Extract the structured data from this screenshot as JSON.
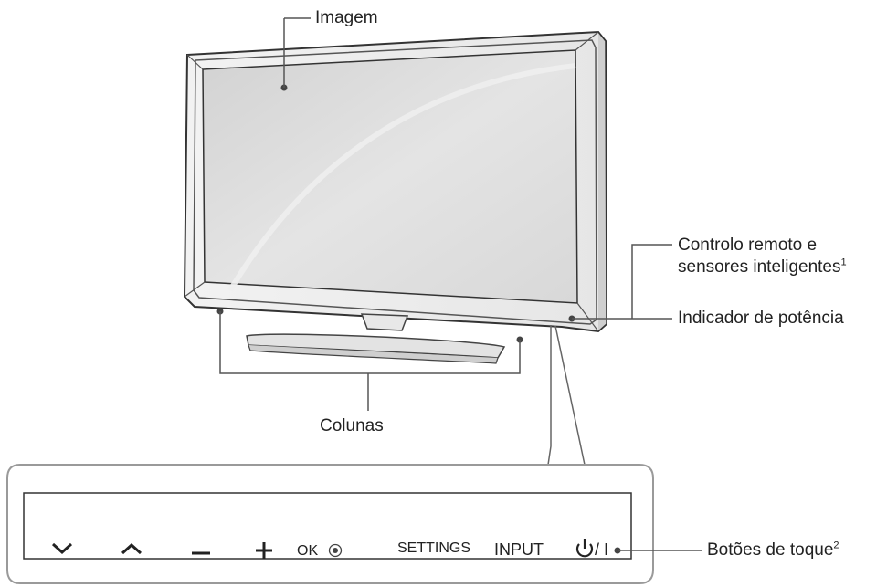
{
  "labels": {
    "imagem": "Imagem",
    "controlo_line1": "Controlo remoto e",
    "controlo_line2": "sensores inteligentes",
    "controlo_sup": "1",
    "indicador": "Indicador de potência",
    "colunas": "Colunas",
    "botoes": "Botões de toque",
    "botoes_sup": "2"
  },
  "panel": {
    "buttons": [
      {
        "name": "down",
        "glyph": "⌄"
      },
      {
        "name": "up",
        "glyph": "⌃"
      },
      {
        "name": "minus",
        "glyph": "–"
      },
      {
        "name": "plus",
        "glyph": "+"
      },
      {
        "name": "ok",
        "label": "OK"
      },
      {
        "name": "settings",
        "label": "SETTINGS"
      },
      {
        "name": "input",
        "label": "INPUT"
      },
      {
        "name": "power",
        "label": "/ I"
      }
    ]
  },
  "colors": {
    "line": "#555555",
    "bezel": "#8a8a8a",
    "screen": "#dcdcdc",
    "panel_border": "#9a9a9a"
  }
}
